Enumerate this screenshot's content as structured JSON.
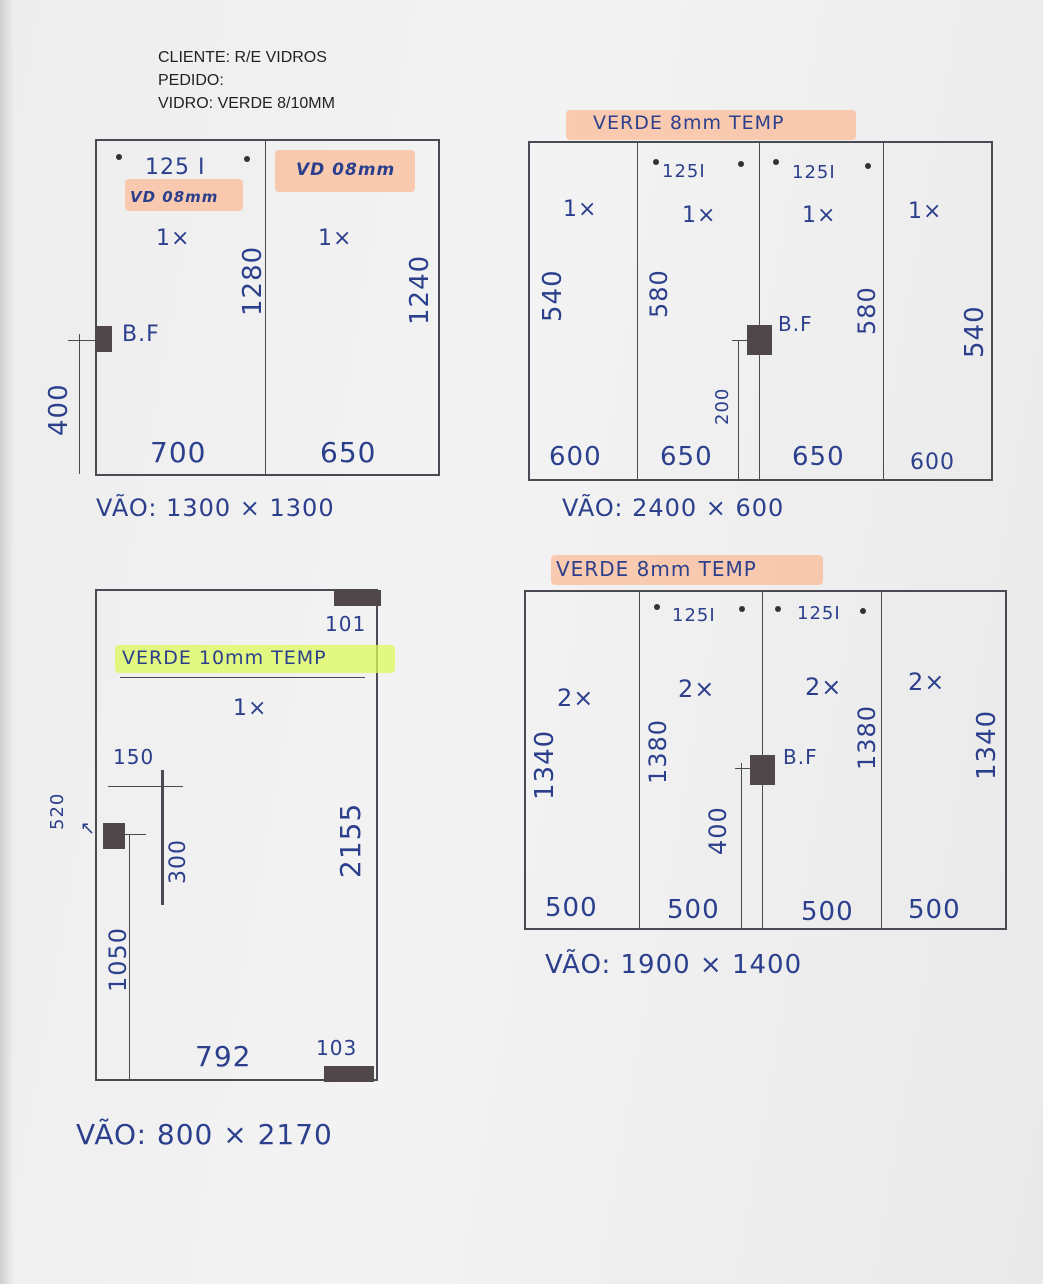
{
  "header": {
    "cliente": "CLIENTE: R/E VIDROS",
    "pedido": "PEDIDO:",
    "vidro": "VIDRO: VERDE 8/10MM"
  },
  "drawing1": {
    "hole1": "125 I",
    "glass1": "VD 08mm",
    "glass2": "VD 08mm",
    "qty1": "1×",
    "qty2": "1×",
    "h1": "1280",
    "h2": "1240",
    "lock": "B.F",
    "lock_h": "400",
    "w1": "700",
    "w2": "650",
    "vao": "VÃO: 1300 × 1300"
  },
  "drawing2": {
    "title": "VERDE 8mm TEMP",
    "hole2": "125I",
    "hole3": "125I",
    "qty1": "1×",
    "qty2": "1×",
    "qty3": "1×",
    "qty4": "1×",
    "h1": "540",
    "h2": "580",
    "h3": "580",
    "h4": "540",
    "lock": "B.F",
    "lock_h": "200",
    "w1": "600",
    "w2": "650",
    "w3": "650",
    "w4": "600",
    "vao": "VÃO: 2400 × 600"
  },
  "drawing3": {
    "corner_top": "101",
    "title": "VERDE 10mm TEMP",
    "qty": "1×",
    "d150": "150",
    "d520": "520",
    "d300": "300",
    "h": "2155",
    "d1050": "1050",
    "w": "792",
    "corner_bottom": "103",
    "vao": "VÃO: 800 × 2170"
  },
  "drawing4": {
    "title": "VERDE 8mm TEMP",
    "hole2": "125I",
    "hole3": "125I",
    "qty1": "2×",
    "qty2": "2×",
    "qty3": "2×",
    "qty4": "2×",
    "h1": "1340",
    "h2": "1380",
    "h3": "1380",
    "h4": "1340",
    "lock": "B.F",
    "lock_h": "400",
    "w1": "500",
    "w2": "500",
    "w3": "500",
    "w4": "500",
    "vao": "VÃO: 1900 × 1400"
  }
}
